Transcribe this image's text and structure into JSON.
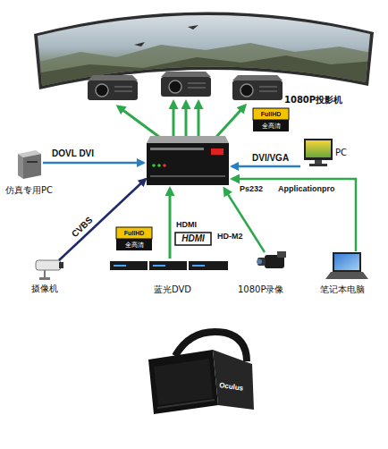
{
  "diagram": {
    "nodes": [
      {
        "text": [
          "1080P投影机"
        ]
      },
      {
        "text": [
          "仿真专用PC"
        ]
      },
      {
        "text": [
          "PC"
        ]
      },
      {
        "text": [
          "摄像机"
        ]
      },
      {
        "text": [
          "蓝光DVD"
        ]
      },
      {
        "text": [
          "1080P录像"
        ]
      },
      {
        "text": [
          "笔记本电脑"
        ]
      }
    ],
    "labels": [
      "FullHD",
      "全高清",
      "DOVL DVI",
      "DVI/VGA",
      "Ps232",
      "Applicationpro",
      "CVBS",
      "HDMI",
      "FullHD",
      "全高清",
      "HDMI",
      "HD-M2",
      "Oculus"
    ]
  }
}
